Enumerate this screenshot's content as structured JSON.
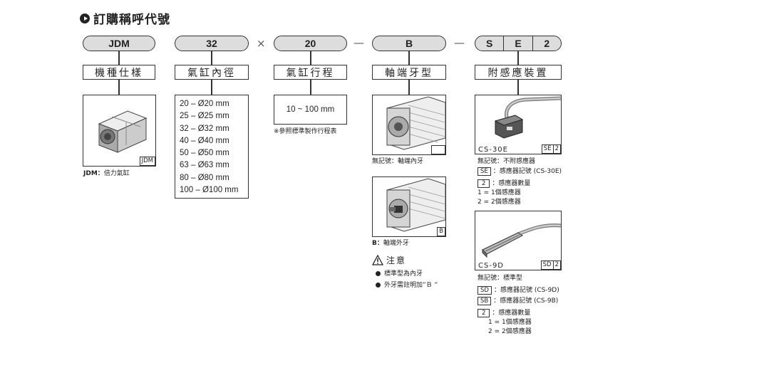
{
  "title": "訂購稱呼代號",
  "codes": {
    "model": "JDM",
    "bore": "32",
    "times": "×",
    "stroke": "20",
    "dash1": "—",
    "rod": "B",
    "dash2": "—",
    "sensor_seg1": "S",
    "sensor_seg2": "E",
    "sensor_seg3": "2"
  },
  "labels": {
    "model": "機種仕樣",
    "bore": "氣缸內徑",
    "stroke": "氣缸行程",
    "rod": "軸端牙型",
    "sensor": "附感應裝置"
  },
  "model_box": {
    "corner_tag": "JDM",
    "caption_bold": "JDM：",
    "caption": "倍力氣缸"
  },
  "bore_sizes": [
    "20 – Ø20 mm",
    "25 – Ø25 mm",
    "32 – Ø32 mm",
    "40 – Ø40 mm",
    "50 – Ø50 mm",
    "63 – Ø63 mm",
    "80 – Ø80 mm",
    "100 – Ø100 mm"
  ],
  "stroke_box": {
    "range": "10 ~ 100 mm",
    "note": "※參照標準製作行程表"
  },
  "rod_types": {
    "female_caption": "無記號：軸端內牙",
    "male_tag": "B",
    "male_caption_bold": "B：",
    "male_caption": "軸端外牙",
    "caution_title": "注意",
    "notes": [
      "標準型為內牙",
      "外牙需註明加”Ｂ ”"
    ]
  },
  "sensor_cs30e": {
    "model": "CS-30E",
    "corner_a": "SE",
    "corner_b": "2",
    "line1": "無記號：不附感應器",
    "tag1": "SE",
    "tag1_text": "：感應器記號 (CS-30E)",
    "tag2": "2",
    "tag2_text": "：感應器數量",
    "count1": "1 = 1個感應器",
    "count2": "2 = 2個感應器"
  },
  "sensor_cs9d": {
    "model": "CS-9D",
    "corner_a": "SD",
    "corner_b": "2",
    "line1": "無記號：標準型",
    "tag1": "SD",
    "tag1_text": "：感應器記號 (CS-9D)",
    "tag2": "SB",
    "tag2_text": "：感應器記號 (CS-9B)",
    "tag3": "2",
    "tag3_text": "：感應器數量",
    "count1": "1 = 1個感應器",
    "count2": "2 = 2個感應器"
  }
}
